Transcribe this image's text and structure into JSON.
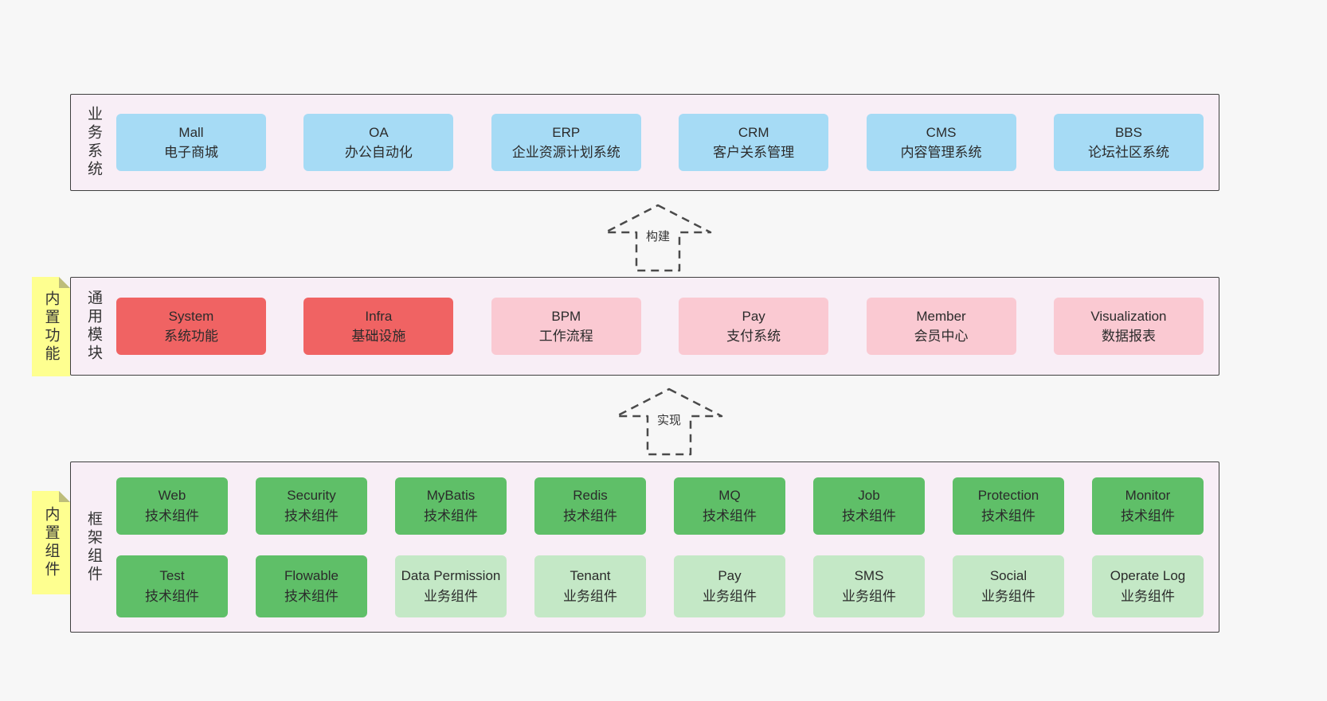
{
  "sections": {
    "business": {
      "label": "业务系统",
      "items": [
        {
          "name": "Mall",
          "desc": "电子商城"
        },
        {
          "name": "OA",
          "desc": "办公自动化"
        },
        {
          "name": "ERP",
          "desc": "企业资源计划系统"
        },
        {
          "name": "CRM",
          "desc": "客户关系管理"
        },
        {
          "name": "CMS",
          "desc": "内容管理系统"
        },
        {
          "name": "BBS",
          "desc": "论坛社区系统"
        }
      ]
    },
    "modules": {
      "label": "通用模块",
      "sticky": "内置功能",
      "items": [
        {
          "name": "System",
          "desc": "系统功能"
        },
        {
          "name": "Infra",
          "desc": "基础设施"
        },
        {
          "name": "BPM",
          "desc": "工作流程"
        },
        {
          "name": "Pay",
          "desc": "支付系统"
        },
        {
          "name": "Member",
          "desc": "会员中心"
        },
        {
          "name": "Visualization",
          "desc": "数据报表"
        }
      ]
    },
    "components": {
      "label": "框架组件",
      "sticky": "内置组件",
      "row1": [
        {
          "name": "Web",
          "desc": "技术组件"
        },
        {
          "name": "Security",
          "desc": "技术组件"
        },
        {
          "name": "MyBatis",
          "desc": "技术组件"
        },
        {
          "name": "Redis",
          "desc": "技术组件"
        },
        {
          "name": "MQ",
          "desc": "技术组件"
        },
        {
          "name": "Job",
          "desc": "技术组件"
        },
        {
          "name": "Protection",
          "desc": "技术组件"
        },
        {
          "name": "Monitor",
          "desc": "技术组件"
        }
      ],
      "row2": [
        {
          "name": "Test",
          "desc": "技术组件"
        },
        {
          "name": "Flowable",
          "desc": "技术组件"
        },
        {
          "name": "Data Permission",
          "desc": "业务组件"
        },
        {
          "name": "Tenant",
          "desc": "业务组件"
        },
        {
          "name": "Pay",
          "desc": "业务组件"
        },
        {
          "name": "SMS",
          "desc": "业务组件"
        },
        {
          "name": "Social",
          "desc": "业务组件"
        },
        {
          "name": "Operate Log",
          "desc": "业务组件"
        }
      ]
    }
  },
  "arrows": {
    "build": {
      "label": "构建"
    },
    "implement": {
      "label": "实现"
    }
  },
  "colors": {
    "panel_bg": "#f8eef6",
    "blue_box": "#a6dbf5",
    "red_box": "#f06363",
    "pink_box": "#fac9d2",
    "green_dark_box": "#5fbf68",
    "green_light_box": "#c4e8c6",
    "sticky_yellow": "#feff90"
  }
}
